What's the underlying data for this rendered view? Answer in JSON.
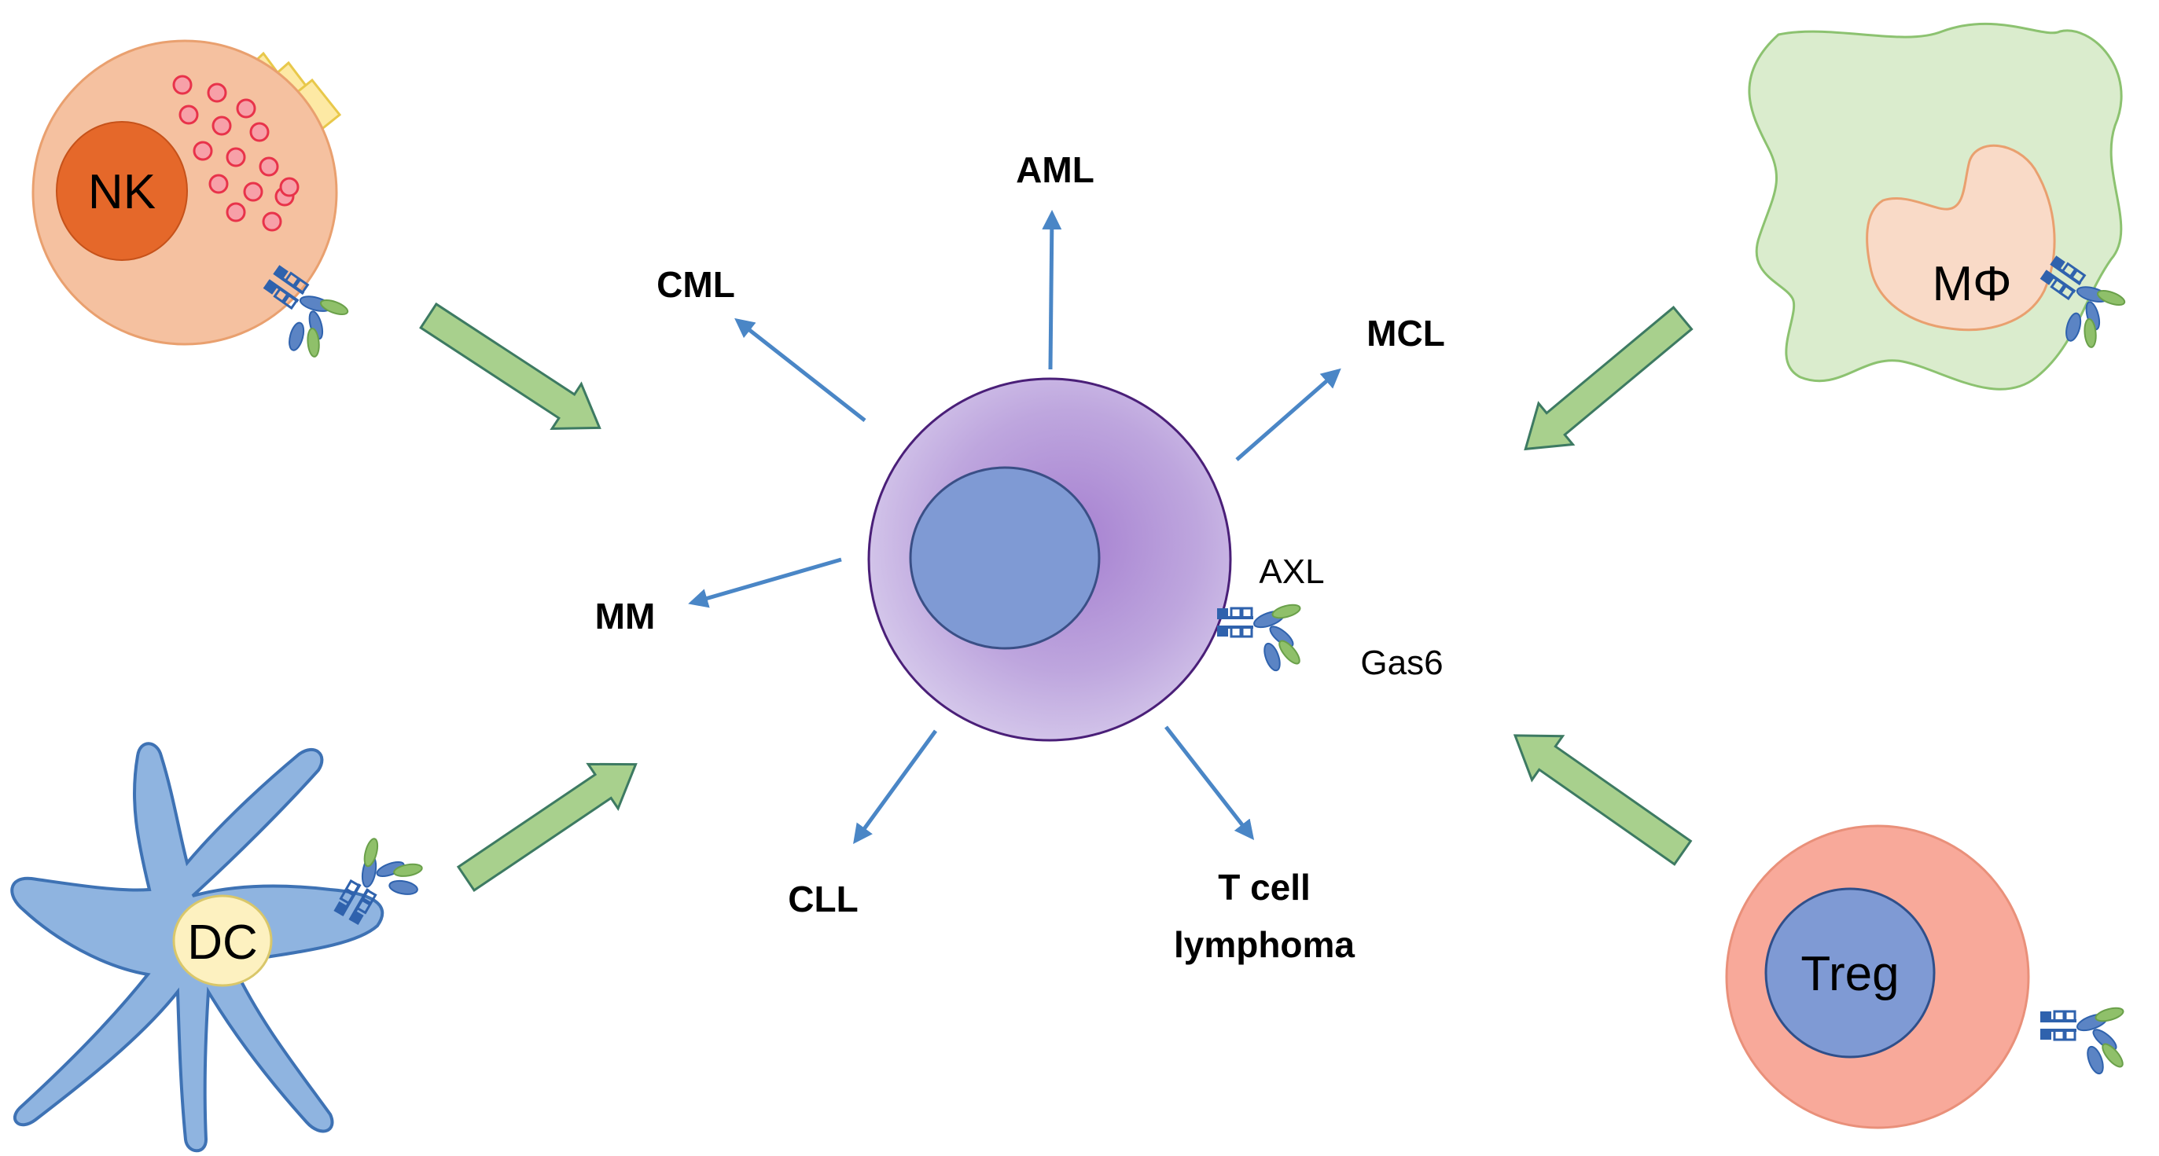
{
  "cells": {
    "nk": "NK",
    "dc": "DC",
    "macrophage": "MΦ",
    "treg": "Treg"
  },
  "cancers": {
    "aml": "AML",
    "cml": "CML",
    "mcl": "MCL",
    "mm": "MM",
    "cll": "CLL",
    "tcell_line1": "T cell",
    "tcell_line2": "lymphoma"
  },
  "receptor": {
    "axl": "AXL",
    "gas6": "Gas6"
  },
  "colors": {
    "nk_body": "#f5c1a0",
    "nk_nucleus": "#e5682a",
    "granule": "#e8334a",
    "dc_body": "#8fb4e0",
    "dc_nucleus": "#fdf1c0",
    "macro_body": "#daeccd",
    "macro_nucleus": "#f9dac7",
    "treg_body": "#f8a99a",
    "treg_nucleus": "#7f9ad4",
    "central_cell": "#c5afe0",
    "central_nucleus": "#7f9ad4",
    "big_arrow": "#a8d08d",
    "thin_arrow": "#4a86c6",
    "receptor_dark": "#2f62ad",
    "ligand_green": "#8fc06a"
  }
}
